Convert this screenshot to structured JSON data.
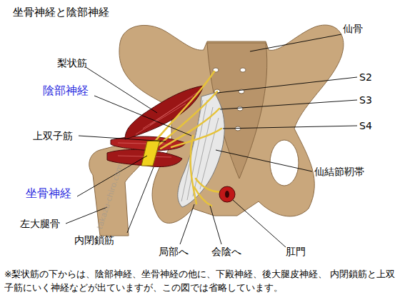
{
  "diagram": {
    "title": "坐骨神経と陰部神経",
    "caption": "※梨状筋の下からは、陰部神経、坐骨神経の他に、下殿神経、後大腿皮神経、 内閉鎖筋と上双子筋にいく神経などが出ていますが、この図では省略しています。",
    "labels": [
      "仙骨",
      "梨状筋",
      "陰部神経",
      "S2",
      "S3",
      "S4",
      "上双子筋",
      "仙結節靭帯",
      "坐骨神経",
      "左大腿骨",
      "内閉鎖筋",
      "局部へ",
      "会陰へ",
      "肛門",
      "takazu-chiro.com"
    ]
  }
}
